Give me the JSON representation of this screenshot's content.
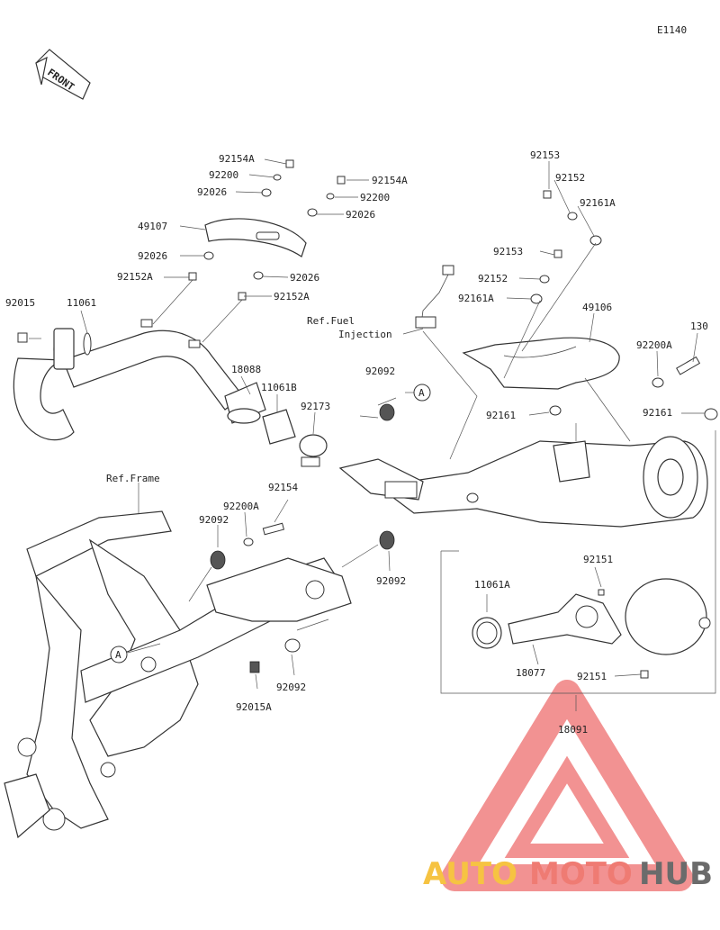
{
  "diagram_code": "E1140",
  "front_marker": "FRONT",
  "refs": {
    "fuel_injection": "Ref.Fuel Injection",
    "frame": "Ref.Frame"
  },
  "callout_marker": "A",
  "parts": {
    "p92154A_a": "92154A",
    "p92200_a": "92200",
    "p92026_a": "92026",
    "p49107": "49107",
    "p92026_b": "92026",
    "p92152A_a": "92152A",
    "p92154A_b": "92154A",
    "p92200_b": "92200",
    "p92026_c": "92026",
    "p92026_d": "92026",
    "p92152A_b": "92152A",
    "p92015": "92015",
    "p11061": "11061",
    "p18088": "18088",
    "p11061B": "11061B",
    "p92173": "92173",
    "p92092_a": "92092",
    "p92153_a": "92153",
    "p92152_a": "92152",
    "p92161A_a": "92161A",
    "p92153_b": "92153",
    "p92152_b": "92152",
    "p92161A_b": "92161A",
    "p49106": "49106",
    "p130": "130",
    "p92200A_a": "92200A",
    "p92161_a": "92161",
    "p92161_b": "92161",
    "p92154": "92154",
    "p92200A_b": "92200A",
    "p92092_b": "92092",
    "p92092_c": "92092",
    "p92092_d": "92092",
    "p92015A": "92015A",
    "p11061A": "11061A",
    "p92151_a": "92151",
    "p18077": "18077",
    "p92151_b": "92151",
    "p18091": "18091"
  },
  "watermark": {
    "part1": "AUTO",
    "part2": "MOTO",
    "part3": "HUB",
    "colors": {
      "auto": "#f6c342",
      "moto": "#ef7b73",
      "hub": "#6b6b6b",
      "triangle": "#f08080"
    }
  }
}
